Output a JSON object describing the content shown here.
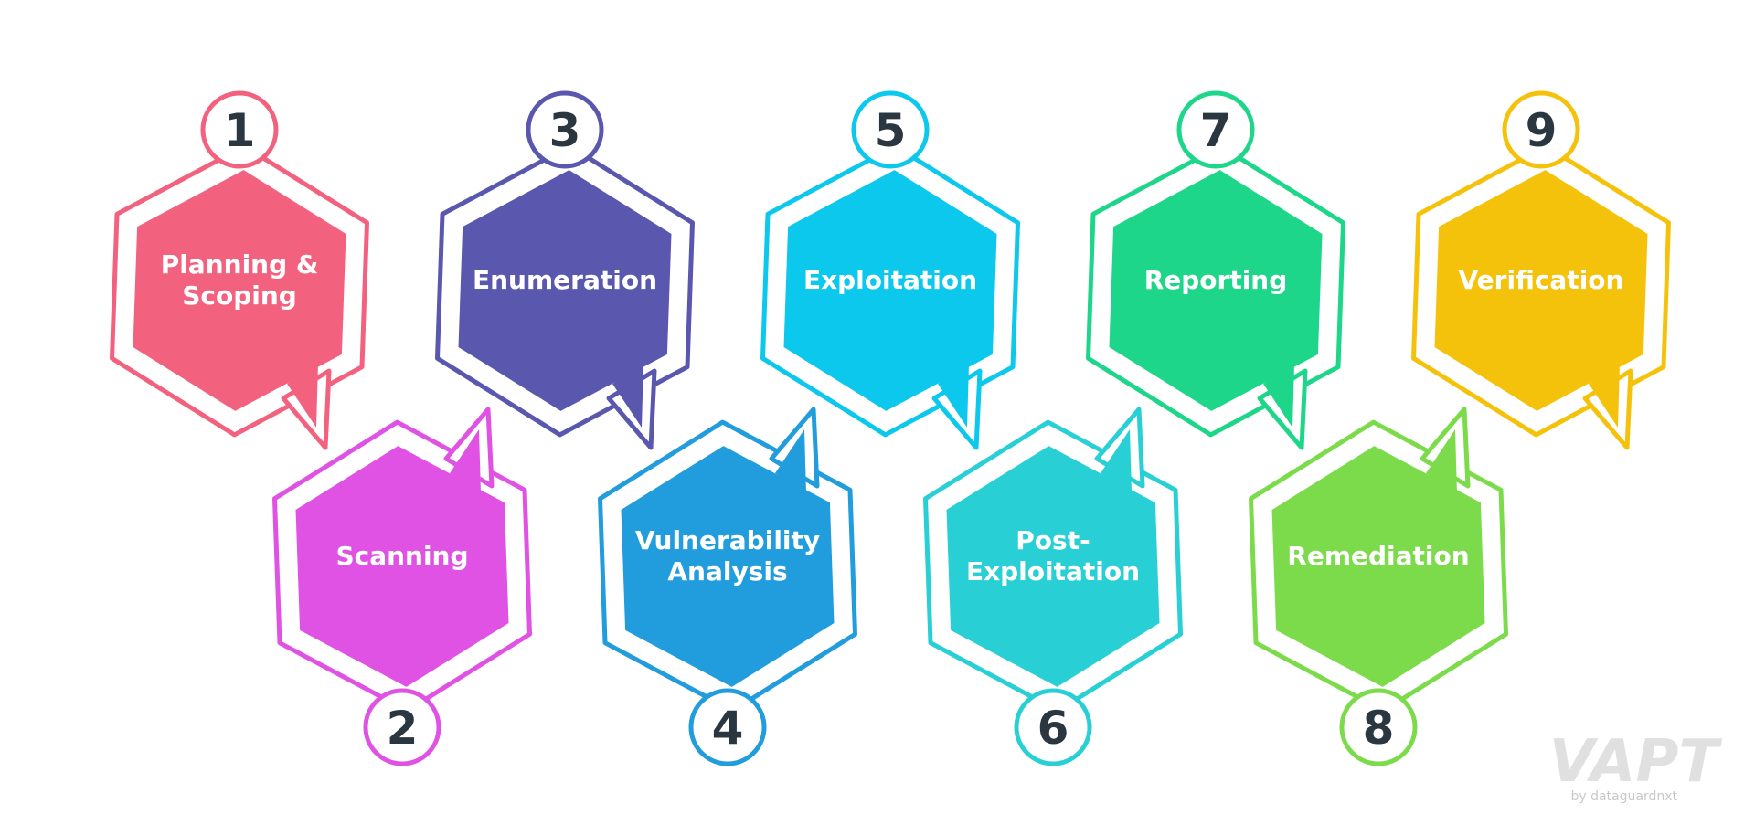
{
  "steps": [
    {
      "number": "1",
      "label": [
        "Planning &",
        "Scoping"
      ],
      "color": "#f2627f",
      "row": "top"
    },
    {
      "number": "2",
      "label": [
        "Scanning"
      ],
      "color": "#df52e3",
      "row": "bottom"
    },
    {
      "number": "3",
      "label": [
        "Enumeration"
      ],
      "color": "#5a57ae",
      "row": "top"
    },
    {
      "number": "4",
      "label": [
        "Vulnerability",
        "Analysis"
      ],
      "color": "#219cdc",
      "row": "bottom"
    },
    {
      "number": "5",
      "label": [
        "Exploitation"
      ],
      "color": "#0bc8ec",
      "row": "top"
    },
    {
      "number": "6",
      "label": [
        "Post-",
        "Exploitation"
      ],
      "color": "#28d0d6",
      "row": "bottom"
    },
    {
      "number": "7",
      "label": [
        "Reporting"
      ],
      "color": "#1ed689",
      "row": "top"
    },
    {
      "number": "8",
      "label": [
        "Remediation"
      ],
      "color": "#7cdb4b",
      "row": "bottom"
    },
    {
      "number": "9",
      "label": [
        "Verification"
      ],
      "color": "#f5c20b",
      "row": "top"
    }
  ],
  "brand": {
    "name": "VAPT",
    "tagline": "by dataguardnxt"
  },
  "colors": {
    "number_text": "#2b3740",
    "label_text": "#ffffff",
    "background": "#ffffff"
  }
}
